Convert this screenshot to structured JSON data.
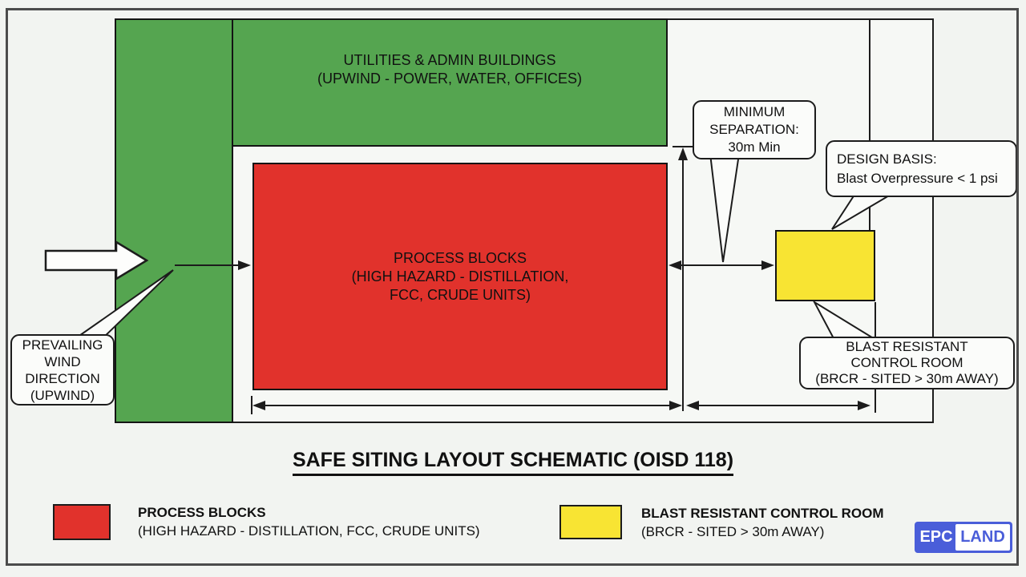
{
  "title": "SAFE SITING LAYOUT SCHEMATIC (OISD 118)",
  "diagram": {
    "blocks": {
      "utilities": {
        "lines": [
          "UTILITIES & ADMIN BUILDINGS",
          "(UPWIND - POWER, WATER, OFFICES)"
        ],
        "color": "#55a550"
      },
      "upwind_strip": {
        "color": "#55a550"
      },
      "process": {
        "lines": [
          "PROCESS BLOCKS",
          "(HIGH HAZARD - DISTILLATION,",
          "FCC, CRUDE UNITS)"
        ],
        "color": "#e1322c"
      },
      "control_room": {
        "color": "#f8e433"
      }
    },
    "callouts": {
      "wind": {
        "lines": [
          "PREVAILING",
          "WIND",
          "DIRECTION",
          "(UPWIND)"
        ]
      },
      "separation": {
        "lines": [
          "MINIMUM",
          "SEPARATION:",
          "30m Min"
        ]
      },
      "design_basis": {
        "lines": [
          "DESIGN BASIS:",
          "Blast Overpressure < 1 psi"
        ]
      },
      "brcr": {
        "lines": [
          "BLAST RESISTANT",
          "CONTROL ROOM",
          "(BRCR - SITED > 30m AWAY)"
        ]
      }
    }
  },
  "legend": [
    {
      "title": "PROCESS BLOCKS",
      "subtitle": "(HIGH HAZARD - DISTILLATION, FCC, CRUDE UNITS)",
      "swatch_color": "#e1322c"
    },
    {
      "title": "BLAST RESISTANT CONTROL ROOM",
      "subtitle": "(BRCR - SITED > 30m AWAY)",
      "swatch_color": "#f8e433"
    }
  ],
  "logo": {
    "left": "EPC",
    "right": "LAND",
    "blue": "#4a5ed9"
  }
}
